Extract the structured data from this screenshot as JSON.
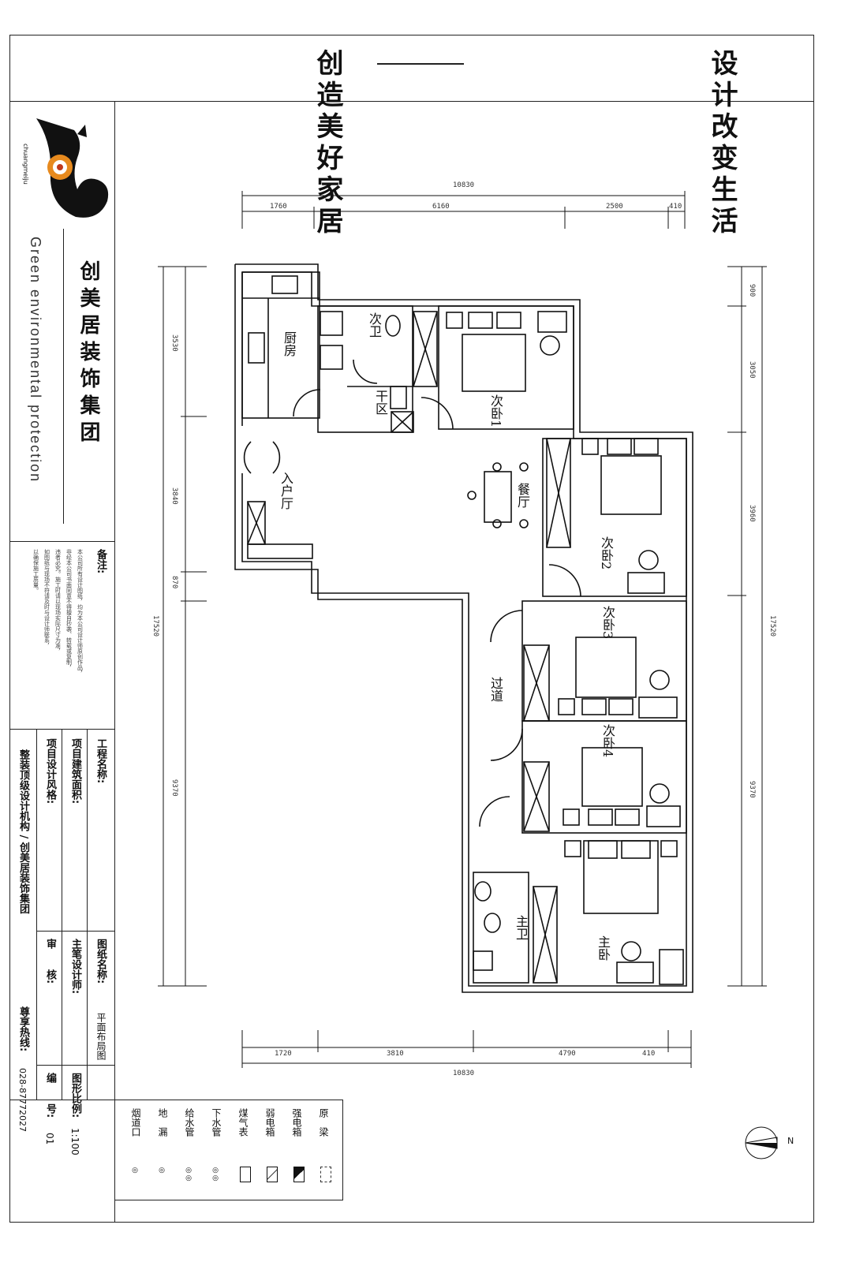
{
  "header": {
    "slogan_right": "设计改变生活",
    "slogan_left": "创造美好家居"
  },
  "logo": {
    "brand": "chuangmeiju"
  },
  "company": {
    "green": "Green environmental protection",
    "name": "创美居装饰集团"
  },
  "notes": {
    "label": "备注:",
    "lines": [
      "本公司所有设计图纸，均为本公司设计师原创作品，",
      "非经本公司书面同意不得擅自抄袭、转载或复制，",
      "违者必究。施工时请以现场实际尺寸为准，",
      "如图纸与现场不符请及时与设计师联系，",
      "以确保施工质量。"
    ]
  },
  "info": {
    "project_name": "工程名称:",
    "building_area": "项目建筑面积:",
    "design_style": "项目设计风格:",
    "drawing_name": "图纸名称:",
    "drawing_name_value": "平面布局图",
    "chief_designer": "主笔设计师:",
    "review": "审　　核:",
    "scale_label": "图形比例:",
    "scale_value": "1:100",
    "number_label": "编　　号:",
    "number_value": "01",
    "institution": "整装顶级设计机构 / 创美居装饰集团",
    "hotline_label": "尊享热线:",
    "hotline_value": "028-87772027"
  },
  "legend": {
    "items": [
      "原　梁",
      "强电箱",
      "弱电箱",
      "煤气表",
      "下水管",
      "给水管",
      "地　漏",
      "烟道口"
    ]
  },
  "north": "N",
  "rooms": {
    "kitchen": "厨房",
    "bath2": "次卫",
    "dry": "干区",
    "bed1": "次卧1",
    "entry": "入户厅",
    "dining": "餐厅",
    "bed2": "次卧2",
    "bed3": "次卧3",
    "corridor": "过道",
    "bed4": "次卧4",
    "master_bath": "主卫",
    "master_bed": "主卧"
  },
  "dims": {
    "top_total": "10830",
    "top": [
      "1760",
      "6160",
      "2500",
      "410"
    ],
    "bottom": [
      "1720",
      "3810",
      "4790",
      "410"
    ],
    "bottom_total": "10830",
    "left": [
      "3530",
      "3840",
      "870",
      "9370"
    ],
    "left_total": "17520",
    "right": [
      "900",
      "3050",
      "3960",
      "9370"
    ],
    "right_total": "17520"
  }
}
